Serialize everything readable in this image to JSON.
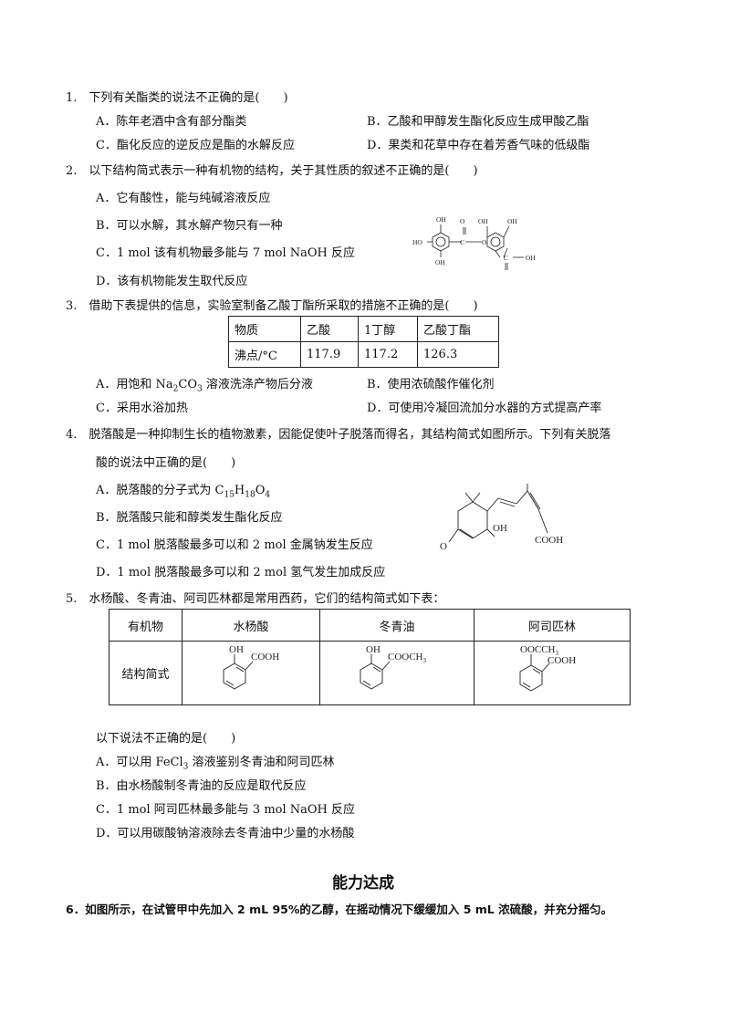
{
  "q1": {
    "stem": "1.　下列有关酯类的说法不正确的是(　　)",
    "a": "A．陈年老酒中含有部分酯类",
    "b": "B．乙酸和甲醇发生酯化反应生成甲酸乙酯",
    "c": "C．酯化反应的逆反应是酯的水解反应",
    "d": "D．果类和花草中存在着芳香气味的低级酯"
  },
  "q2": {
    "stem": "2.　以下结构简式表示一种有机物的结构，关于其性质的叙述不正确的是(　　)",
    "a": "A．它有酸性，能与纯碱溶液反应",
    "b": "B．可以水解，其水解产物只有一种",
    "c": "C．1 mol 该有机物最多能与 7 mol NaOH 反应",
    "d": "D．该有机物能发生取代反应",
    "struct": {
      "oh": "OH",
      "ho": "HO",
      "o": "O",
      "c": "C",
      "o_b": "O",
      "oh2": "OH",
      "c2": "C",
      "oh3": "OH",
      "oh4": "OH",
      "oh5": "OH"
    }
  },
  "q3": {
    "stem": "3.　借助下表提供的信息，实验室制备乙酸丁酯所采取的措施不正确的是(　　)",
    "table": {
      "header": [
        "物质",
        "乙酸",
        "1丁醇",
        "乙酸丁酯"
      ],
      "row": [
        "沸点/°C",
        "117.9",
        "117.2",
        "126.3"
      ]
    },
    "a_pre": "A．用饱和 Na",
    "a_sub1": "2",
    "a_mid": "CO",
    "a_sub2": "3",
    "a_post": " 溶液洗涤产物后分液",
    "b": "B．使用浓硫酸作催化剂",
    "c": "C．采用水浴加热",
    "d": "D．可使用冷凝回流加分水器的方式提高产率"
  },
  "q4": {
    "stem1": "4.　脱落酸是一种抑制生长的植物激素，因能促使叶子脱落而得名，其结构简式如图所示。下列有关脱落",
    "stem2": "酸的说法中正确的是(　　)",
    "a_pre": "A．脱落酸的分子式为 C",
    "a_s1": "15",
    "a_h": "H",
    "a_s2": "18",
    "a_o": "O",
    "a_s3": "4",
    "b": "B．脱落酸只能和醇类发生酯化反应",
    "c": "C．1 mol 脱落酸最多可以和 2 mol 金属钠发生反应",
    "d": "D．1 mol 脱落酸最多可以和 2 mol 氢气发生加成反应",
    "struct": {
      "oh": "OH",
      "o": "O",
      "cooh": "COOH"
    }
  },
  "q5": {
    "stem": "5.　水杨酸、冬青油、阿司匹林都是常用西药，它们的结构简式如下表：",
    "table": {
      "col0": "有机物",
      "col1": "水杨酸",
      "col2": "冬青油",
      "col3": "阿司匹林",
      "row_label": "结构简式"
    },
    "s1": {
      "oh": "OH",
      "r": "COOH"
    },
    "s2": {
      "oh": "OH",
      "r": "COOCH",
      "r_sub": "3"
    },
    "s3": {
      "top": "OOCCH",
      "top_sub": "3",
      "r": "COOH"
    },
    "lead": "以下说法不正确的是(　　)",
    "a_pre": "A．可以用 FeCl",
    "a_sub": "3",
    "a_post": " 溶液鉴别冬青油和阿司匹林",
    "b": "B．由水杨酸制冬青油的反应是取代反应",
    "c": "C．1 mol 阿司匹林最多能与 3 mol NaOH 反应",
    "d": "D．可以用碳酸钠溶液除去冬青油中少量的水杨酸"
  },
  "section": {
    "title": "能力达成"
  },
  "q6": {
    "stem": "6．如图所示，在试管甲中先加入 2 mL 95%的乙醇，在摇动情况下缓缓加入 5 mL 浓硫酸，并充分摇匀。"
  }
}
